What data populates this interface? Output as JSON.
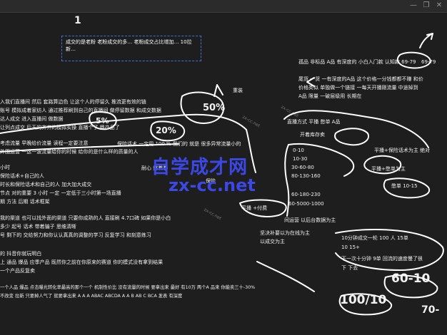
{
  "window": {
    "minimize": "—",
    "restore": "❐",
    "close": "✕"
  },
  "header": {
    "number": "1"
  },
  "note_box": {
    "text": "成交的是老粉 老粉成交的多… 老粉成交占比增加… 10拉新…"
  },
  "watermark": {
    "title": "自学成才网",
    "url": "zx-cc.net",
    "small": "zx-cc.net"
  },
  "left_lines": [
    "入我们直播间 然后 套路算边色 让这个人的停留久 推流更有效的链",
    "账号 模拟成着家纺人 通过推荐刷到自己的直播间 做停留数据 和成交数据",
    "达人成交 进入直播间 做数据",
    "让列点成交 后天的齐齐的模拟实操 直播个了 鼎产品了",
    "考虑流量 早晚给价流量 读程一定要注意",
    "外围运营 一这一波流量给你的时候 给你的是什么样的质量的人",
    "小时",
    "保险话术+自己的人",
    "时长和保险话术和自己的人 加大加大成交",
    "节点 对的重要 3 小时 一定 一定低于三小时第一场直播",
    "期 方法 后期 话术框架",
    "我的渠道 也可以找外面的渠道 只要你成熟的人 直接刷 4.7口碑 如果你是小白",
    "多少 起号 话术 带着骗子 思维清晰",
    "号 剩下的 交给努力和你认认真真的调整的学习 反复学习 和刻意练习",
    "的 抖音你就玩明白",
    "上 通品 爆品 应季产品 既然你之前在你原来的赛道 你的模式没有拿到结果",
    "一个产品反复卖",
    "一个人品 爆品 点击曝光转化率最高的那个一个 机制性价比 没有流量的时候 要拿出来 最好 有10万 两个A 品来 你能卖三十-30%",
    "不改变 拉新 只要掉人气了 就要拿出来 A A A ABAC ABCDA A A B AB C BCA 发表 有深度"
  ],
  "middle_lines": [
    "重装",
    "保险话术 一定用 100 % 我们的 就是 很多异常流量小的",
    "耐心 憋着卷",
    "保险"
  ],
  "right_lines": [
    "孤品 非标品 A品 有深度的 小白入门款 认知款 69-79",
    "尾货 一货 一有深度的A品 这个价格一分钱都都不赚 和价",
    "价格类似 单独做一个链接 一每天开播刚流量 中途掉到",
    "A品 限量 一破层级用 长期在",
    "直播方式 平播 憋单 A品",
    "开着库存卖",
    "平播+保险话术为主 绝对",
    "平播+憋单为主",
    "平播 +付费",
    "间运营 以后台数据为主",
    "坚决补要以为在线为主",
    "以成交为主",
    "10分钟成交一轮 100 人 15单",
    "10 15+",
    "下一次十分钟 9单 回流的速度慢了很",
    "下 下去"
  ],
  "price_ladder": [
    "0-10",
    "10-30",
    "30-60-80",
    "80-130-160",
    "60-180-230",
    "60-5000-1000"
  ],
  "handwritten": [
    "50%",
    "5%",
    "20%",
    "69-79",
    "憋单 10-15",
    "60-10",
    "100/10",
    "70-"
  ]
}
